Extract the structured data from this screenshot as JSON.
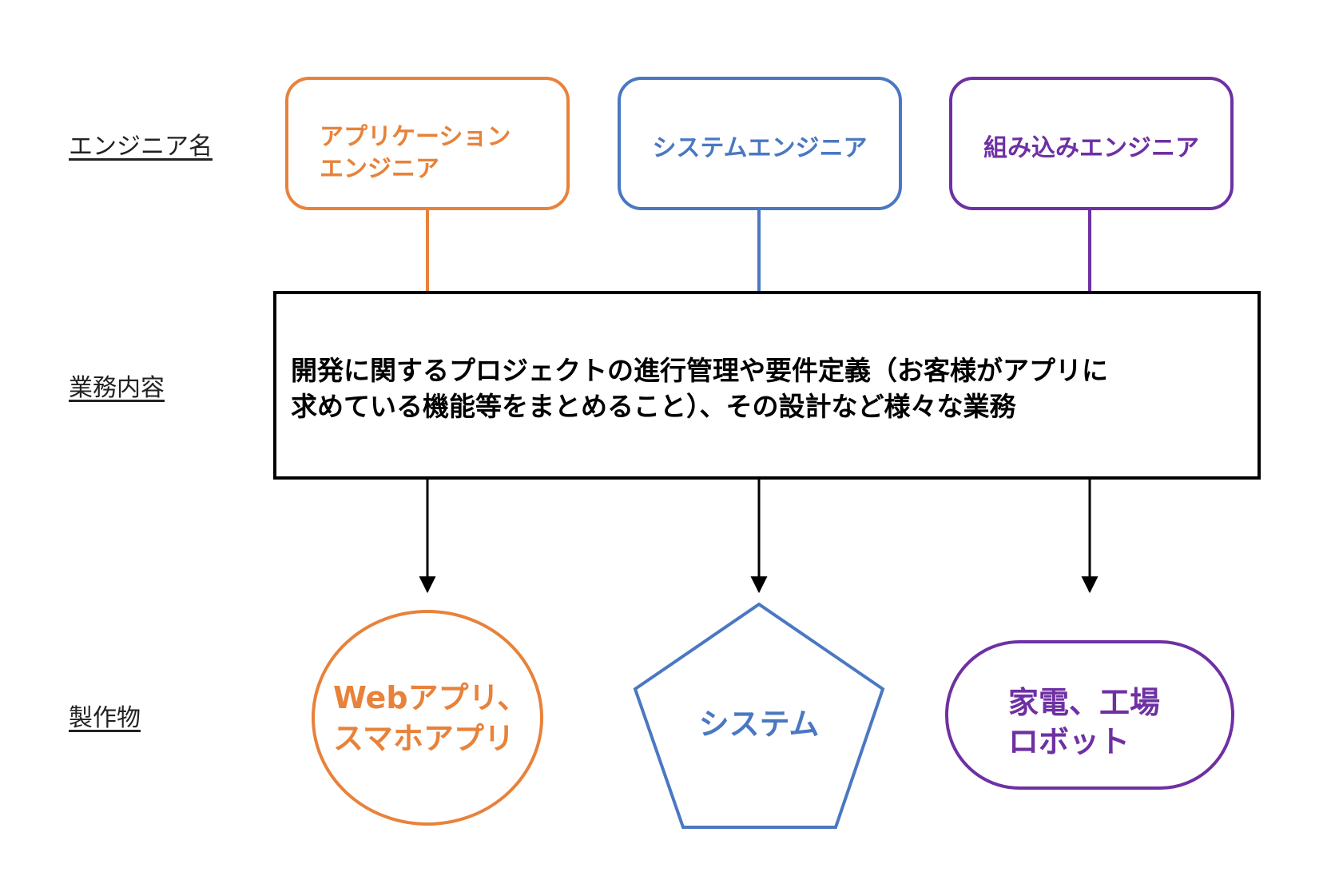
{
  "rows": {
    "engineer_label": "エンジニア名",
    "work_label": "業務内容",
    "product_label": "製作物"
  },
  "engineers": [
    {
      "line1": "アプリケーション",
      "line2": "エンジニア",
      "color": "#E8823A"
    },
    {
      "line1": "システムエンジニア",
      "color": "#4A78C2"
    },
    {
      "line1": "組み込みエンジニア",
      "color": "#6E30A3"
    }
  ],
  "work": {
    "line1": "開発に関するプロジェクトの進行管理や要件定義（お客様がアプリに",
    "line2": "求めている機能等をまとめること）、その設計など様々な業務"
  },
  "products": [
    {
      "line1": "Webアプリ、",
      "line2": "スマホアプリ",
      "shape": "circle",
      "color": "#E8823A"
    },
    {
      "line1": "システム",
      "shape": "pentagon",
      "color": "#4A78C2"
    },
    {
      "line1": "家電、工場",
      "line2": "ロボット",
      "shape": "rounded-rectangle",
      "color": "#6E30A3"
    }
  ]
}
